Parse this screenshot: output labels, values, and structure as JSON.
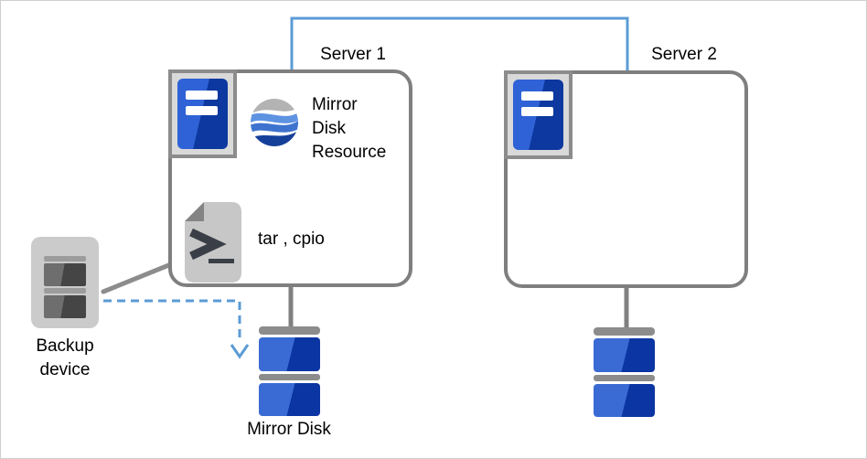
{
  "colors": {
    "link_blue": "#5B9BD5",
    "line_gray": "#808080",
    "gray_bar": "#8C8C8C",
    "box_border": "#7F7F7F",
    "tray_border": "#8C8C8C",
    "tray_bg": "#D9D9D9",
    "server_blue_light": "#2F62D6",
    "server_blue_dark": "#0C389F",
    "disk_blue_light": "#3A6AD4",
    "disk_blue_dark": "#0B35A3",
    "device_bg": "#CBCBCB",
    "device_dark": "#454545",
    "globe_gray": "#B3B3B3",
    "globe_blue_light": "#5E93E2",
    "globe_blue_mid": "#3D73CE",
    "globe_navy": "#15409A",
    "script_body": "#C7C7C7",
    "script_fold": "#848484",
    "script_glyph": "#3A3F47"
  },
  "labels": {
    "server1": "Server 1",
    "server2": "Server 2",
    "mirror_disk_resource": "Mirror\nDisk\nResource",
    "script_tools": "tar , cpio",
    "backup_device": "Backup\ndevice",
    "mirror_disk": "Mirror Disk"
  }
}
